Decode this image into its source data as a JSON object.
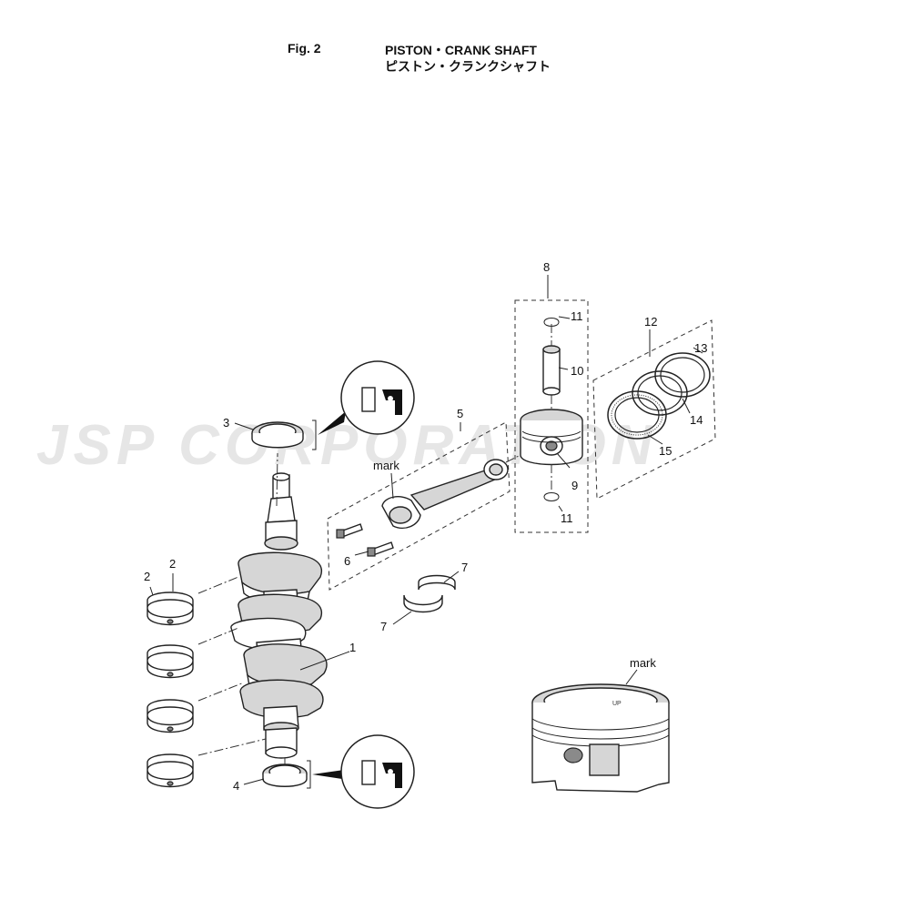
{
  "header": {
    "fig_label": "Fig. 2",
    "title": "PISTON・CRANK SHAFT",
    "title_jp": "ピストン・クランクシャフト"
  },
  "watermark": "JSP CORPORATION",
  "callouts": {
    "c1": "1",
    "c2a": "2",
    "c2b": "2",
    "c3": "3",
    "c4": "4",
    "c5": "5",
    "c6": "6",
    "c7a": "7",
    "c7b": "7",
    "c8": "8",
    "c9": "9",
    "c10": "10",
    "c11a": "11",
    "c11b": "11",
    "c12": "12",
    "c13": "13",
    "c14": "14",
    "c15": "15",
    "mark_rod": "mark",
    "mark_piston": "mark"
  },
  "piston_crown_mark": "UP"
}
